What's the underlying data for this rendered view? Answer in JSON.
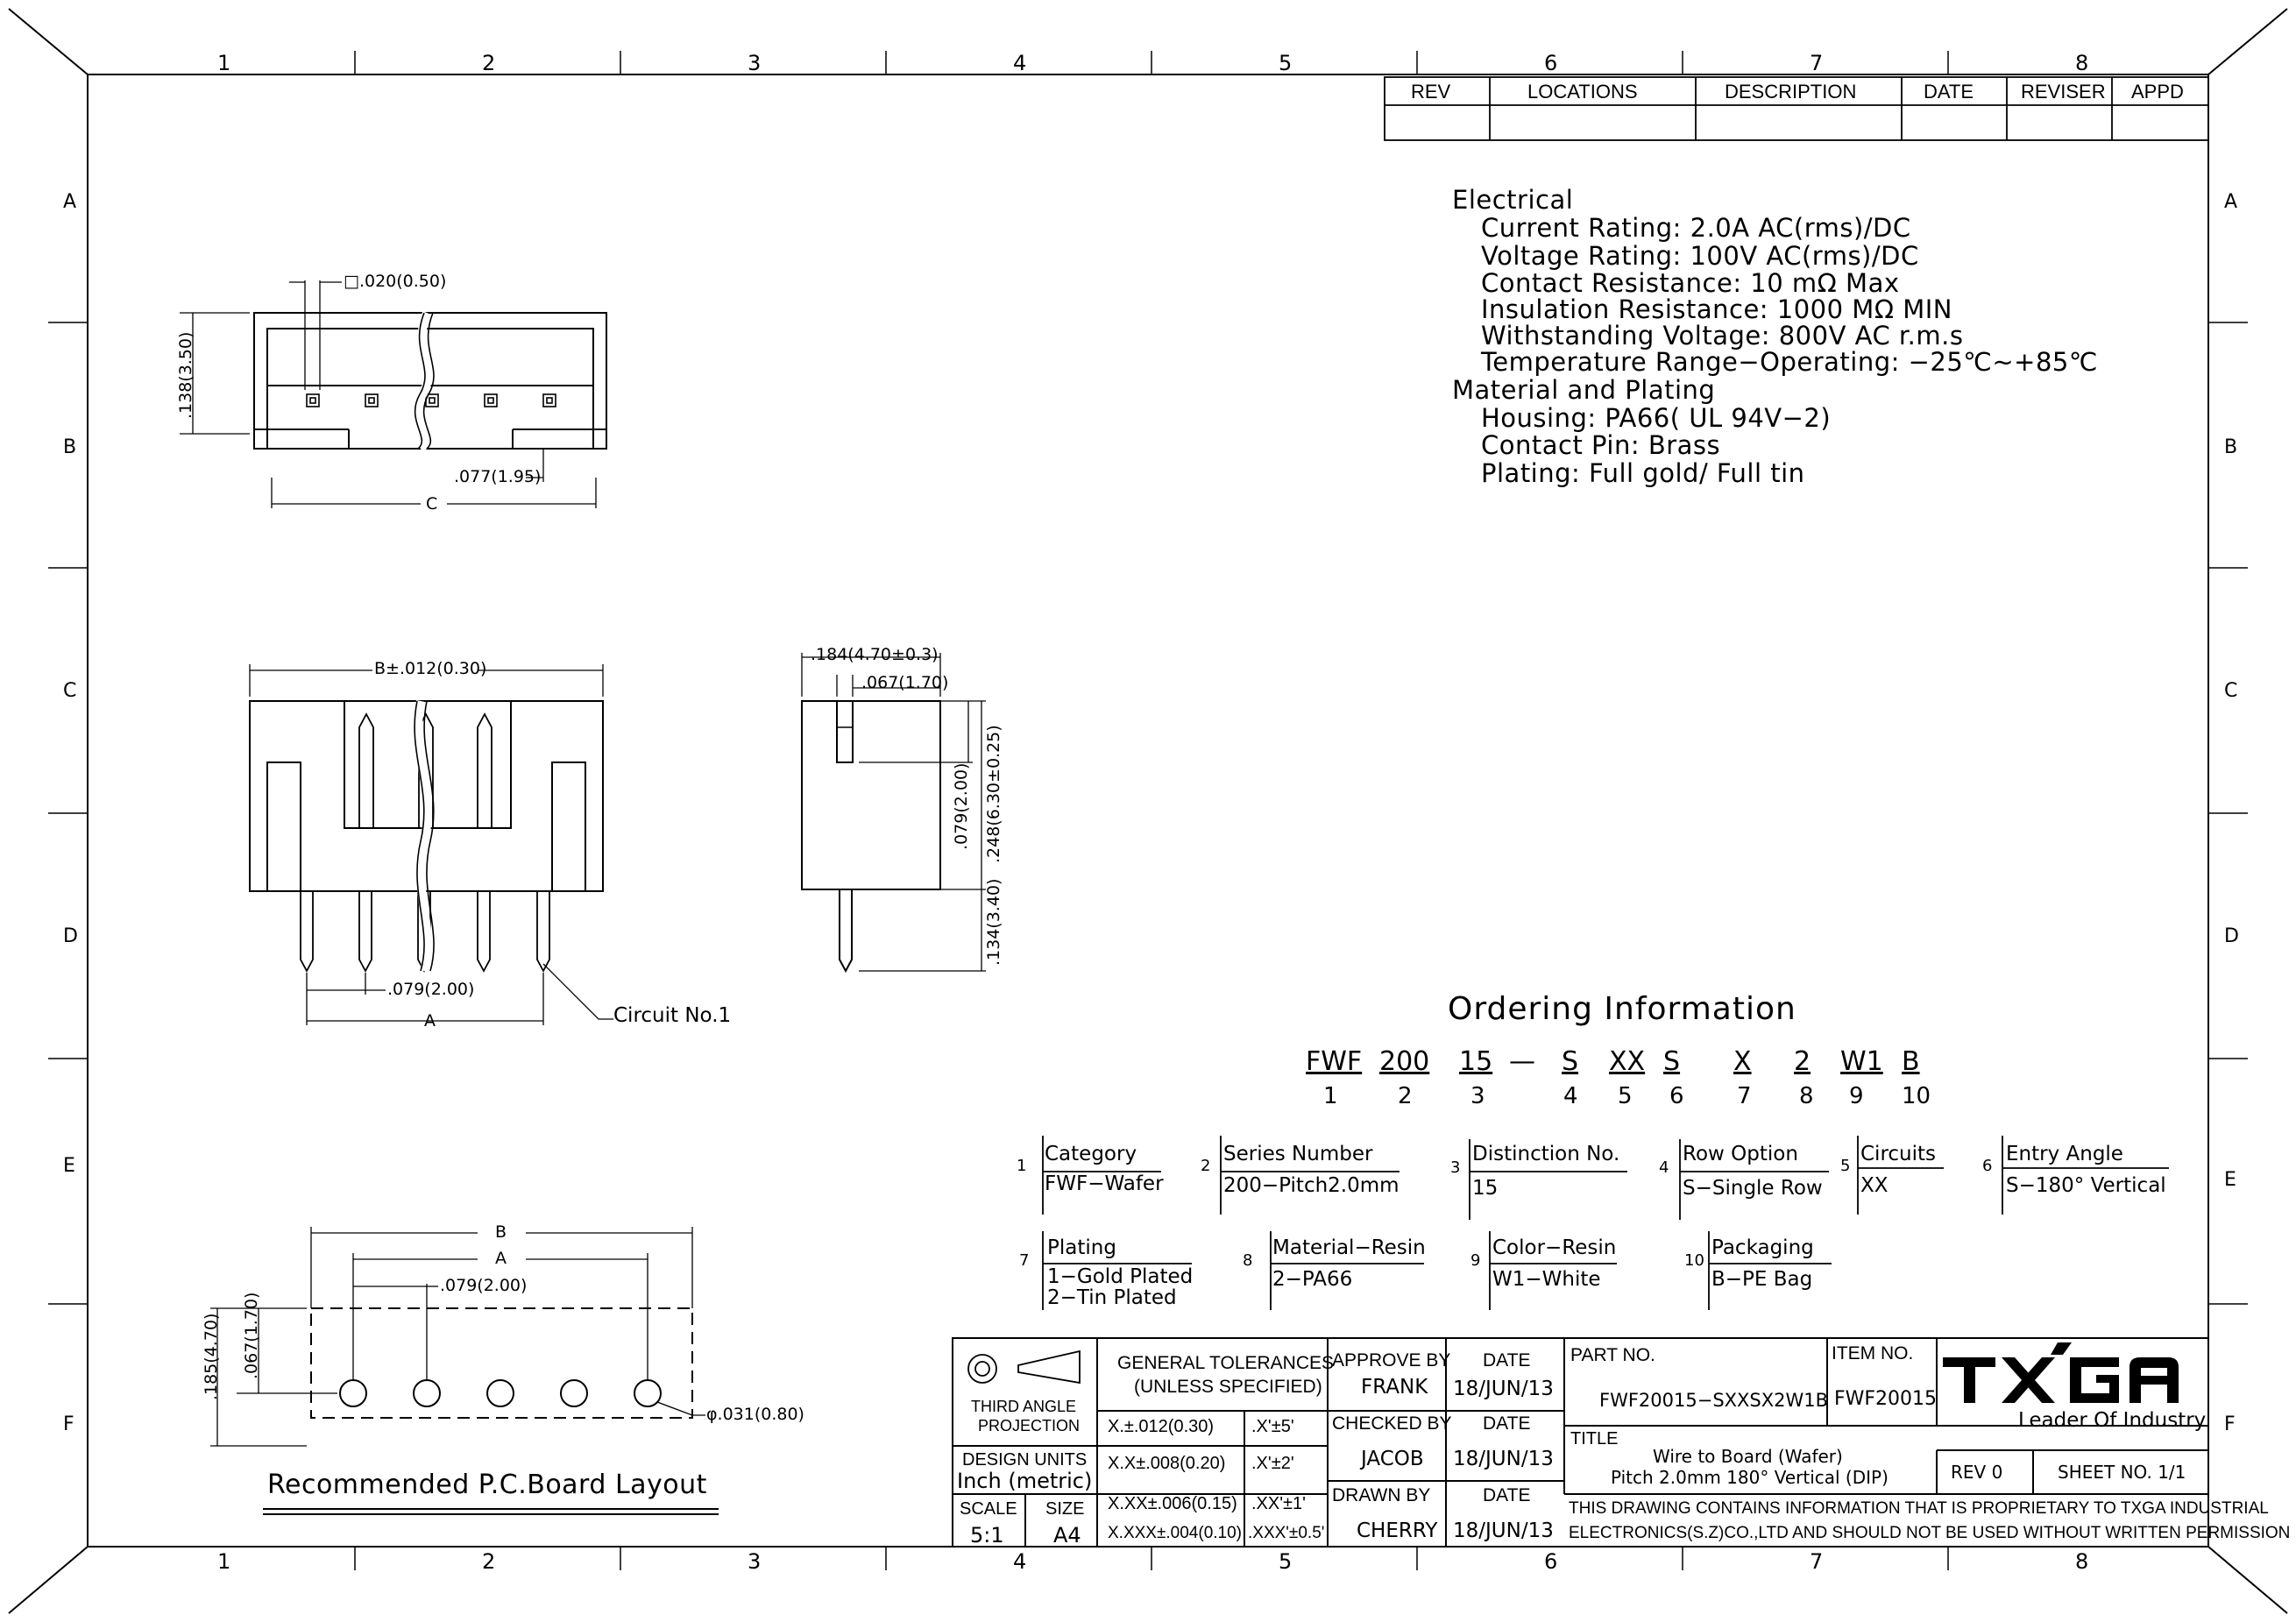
{
  "grid": {
    "columns": [
      "1",
      "2",
      "3",
      "4",
      "5",
      "6",
      "7",
      "8"
    ],
    "rows": [
      "A",
      "B",
      "C",
      "D",
      "E",
      "F"
    ]
  },
  "revision_table": {
    "headers": [
      "REV",
      "LOCATIONS",
      "DESCRIPTION",
      "DATE",
      "REVISER",
      "APPD"
    ]
  },
  "specs": {
    "electrical_heading": "Electrical",
    "electrical": [
      "Current Rating: 2.0A AC(rms)/DC",
      "Voltage Rating: 100V AC(rms)/DC",
      "Contact Resistance: 10 mΩ Max",
      "Insulation Resistance: 1000 MΩ MIN",
      "Withstanding Voltage: 800V AC r.m.s",
      "Temperature Range−Operating: −25℃∼+85℃"
    ],
    "material_heading": "Material and Plating",
    "material": [
      "Housing: PA66( UL 94V−2)",
      "Contact Pin: Brass",
      "Plating: Full gold/ Full tin"
    ]
  },
  "dimensions": {
    "top_pitch_box": "□.020(0.50)",
    "top_height": ".138(3.50)",
    "top_offset": ".077(1.95)",
    "top_c": "C",
    "front_b": "B±.012(0.30)",
    "front_pitch": ".079(2.00)",
    "front_a": "A",
    "circuit_no1": "Circuit No.1",
    "side_width": ".184(4.70±0.3)",
    "side_slot": ".067(1.70)",
    "side_h1": ".079(2.00)",
    "side_h2": ".248(6.30±0.25)",
    "side_pin": ".134(3.40)",
    "pcb_b": "B",
    "pcb_a": "A",
    "pcb_pitch": ".079(2.00)",
    "pcb_h1": ".185(4.70)",
    "pcb_h2": ".067(1.70)",
    "pcb_hole": "φ.031(0.80)"
  },
  "pcb_caption": "Recommended P.C.Board Layout",
  "ordering": {
    "title": "Ordering Information",
    "codes": [
      "FWF",
      "200",
      "15",
      "—",
      "S",
      "XX",
      "S",
      "X",
      "2",
      "W1",
      "B"
    ],
    "indices": [
      "1",
      "2",
      "3",
      "4",
      "5",
      "6",
      "7",
      "8",
      "9",
      "10"
    ],
    "options": [
      {
        "num": "1",
        "label": "Category",
        "value": "FWF−Wafer"
      },
      {
        "num": "2",
        "label": "Series Number",
        "value": "200−Pitch2.0mm"
      },
      {
        "num": "3",
        "label": "Distinction No.",
        "value": "15"
      },
      {
        "num": "4",
        "label": "Row Option",
        "value": "S−Single Row"
      },
      {
        "num": "5",
        "label": "Circuits",
        "value": "XX"
      },
      {
        "num": "6",
        "label": "Entry Angle",
        "value": "S−180° Vertical"
      },
      {
        "num": "7",
        "label": "Plating",
        "value": "1−Gold Plated",
        "value2": "2−Tin Plated"
      },
      {
        "num": "8",
        "label": "Material−Resin",
        "value": "2−PA66"
      },
      {
        "num": "9",
        "label": "Color−Resin",
        "value": "W1−White"
      },
      {
        "num": "10",
        "label": "Packaging",
        "value": "B−PE Bag"
      }
    ]
  },
  "title_block": {
    "projection": "THIRD ANGLE",
    "projection2": "PROJECTION",
    "design_units": "DESIGN UNITS",
    "design_units_val": "Inch (metric)",
    "scale_label": "SCALE",
    "scale_val": "5:1",
    "size_label": "SIZE",
    "size_val": "A4",
    "tol_head1": "GENERAL TOLERANCES",
    "tol_head2": "(UNLESS SPECIFIED)",
    "tol_rows": [
      [
        "X.±.012(0.30)",
        ".X'±5'"
      ],
      [
        "X.X±.008(0.20)",
        ".X'±2'"
      ],
      [
        "X.XX±.006(0.15)",
        ".XX'±1'"
      ],
      [
        "X.XXX±.004(0.10)",
        ".XXX'±0.5'"
      ]
    ],
    "approve_by": "APPROVE BY",
    "approve_name": "FRANK",
    "checked_by": "CHECKED BY",
    "checked_name": "JACOB",
    "drawn_by": "DRAWN BY",
    "drawn_name": "CHERRY",
    "date_label": "DATE",
    "date_val": "18/JUN/13",
    "part_no_label": "PART NO.",
    "part_no": "FWF20015−SXXSX2W1B",
    "item_no_label": "ITEM NO.",
    "item_no": "FWF20015",
    "title_label": "TITLE",
    "title1": "Wire to Board (Wafer)",
    "title2": "Pitch 2.0mm 180° Vertical (DIP)",
    "brand": "TXGA",
    "slogan": "Leader Of Industry",
    "rev": "REV 0",
    "sheet": "SHEET NO. 1/1",
    "notice1": "THIS DRAWING CONTAINS INFORMATION THAT IS PROPRIETARY TO TXGA INDUSTRIAL",
    "notice2": "ELECTRONICS(S.Z)CO.,LTD AND SHOULD NOT BE USED WITHOUT WRITTEN PERMISSION"
  }
}
